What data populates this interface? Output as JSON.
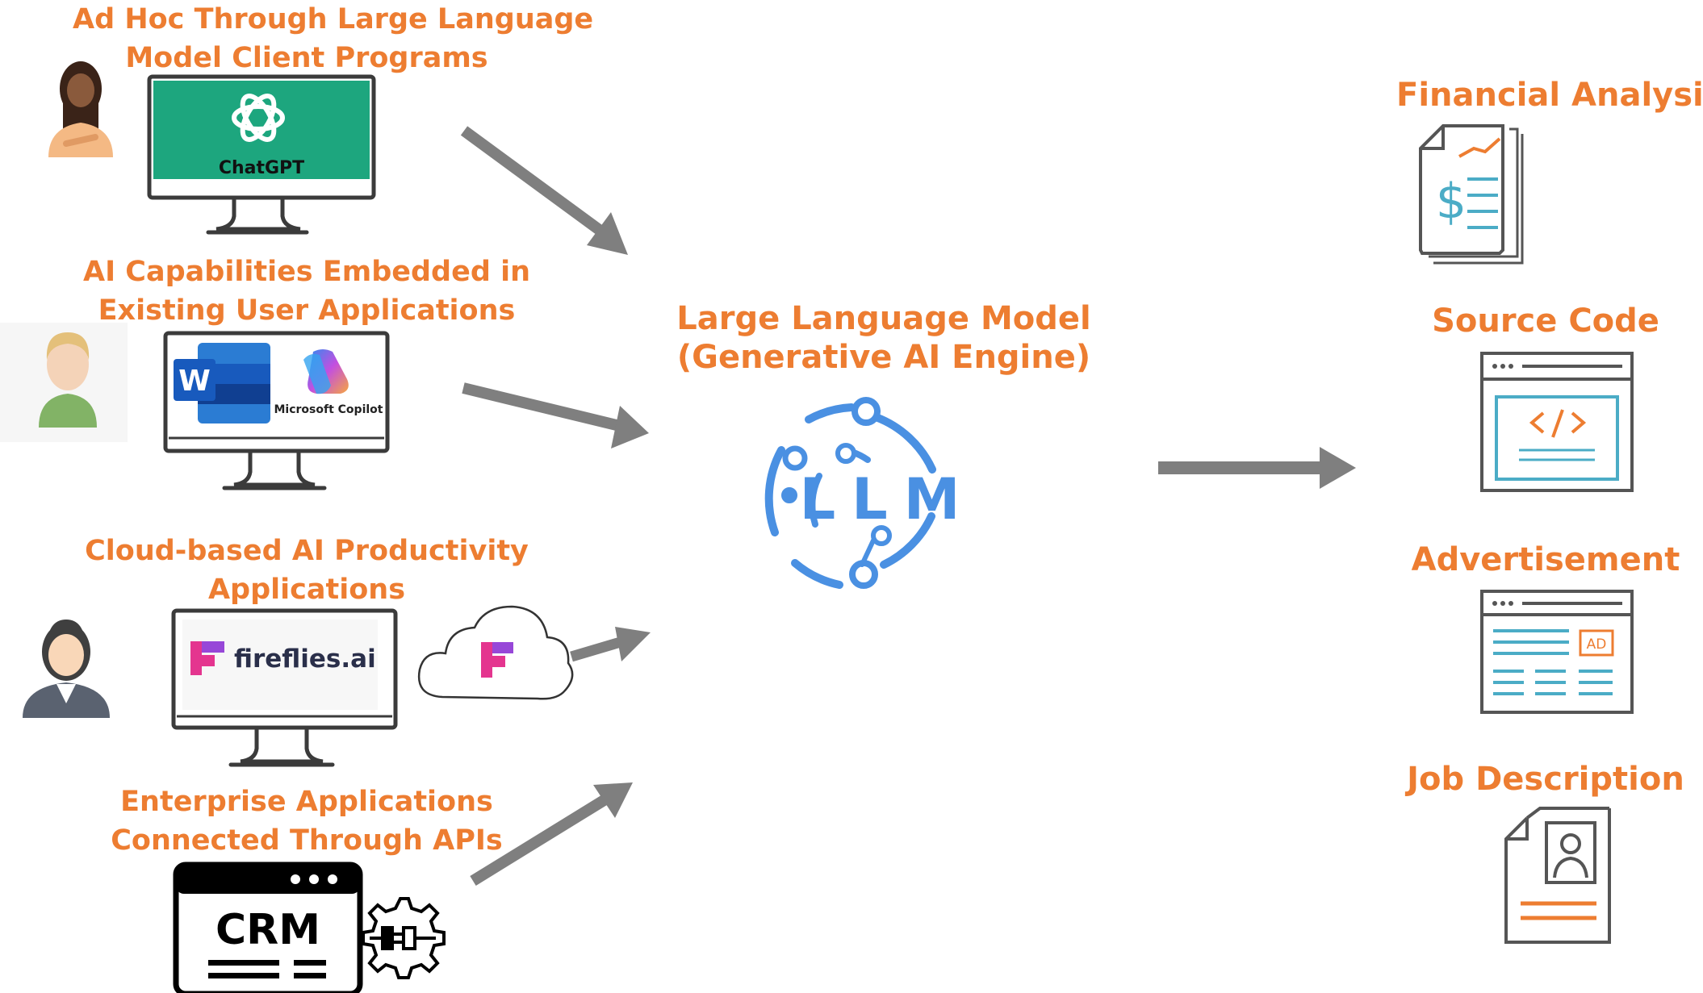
{
  "sources": [
    {
      "line1": "Ad Hoc Through  Large Language",
      "line2": "Model Client Programs",
      "app": "ChatGPT"
    },
    {
      "line1": "AI Capabilities  Embedded  in",
      "line2": "Existing  User Applications",
      "app_word": "W",
      "app_copilot": "Microsoft Copilot"
    },
    {
      "line1": "Cloud-based  AI Productivity",
      "line2": "Applications",
      "app": "fireflies.ai"
    },
    {
      "line1": "Enterprise  Applications",
      "line2": "Connected  Through  APIs",
      "app": "CRM"
    }
  ],
  "engine": {
    "line1": "Large Language Model",
    "line2": "(Generative AI Engine)",
    "logo_text": "LLM"
  },
  "outputs": [
    {
      "label": "Financial Analysis",
      "icon": "financial-document-icon"
    },
    {
      "label": "Source Code",
      "icon": "code-window-icon"
    },
    {
      "label": "Advertisement",
      "icon": "ad-page-icon"
    },
    {
      "label": "Job Description",
      "icon": "job-description-icon"
    }
  ],
  "colors": {
    "label_orange": "#ED7D31",
    "arrow_gray": "#7F7F7F",
    "llm_blue": "#4A90E2",
    "chatgpt_green": "#19A37F",
    "icon_teal": "#4BACC6"
  }
}
